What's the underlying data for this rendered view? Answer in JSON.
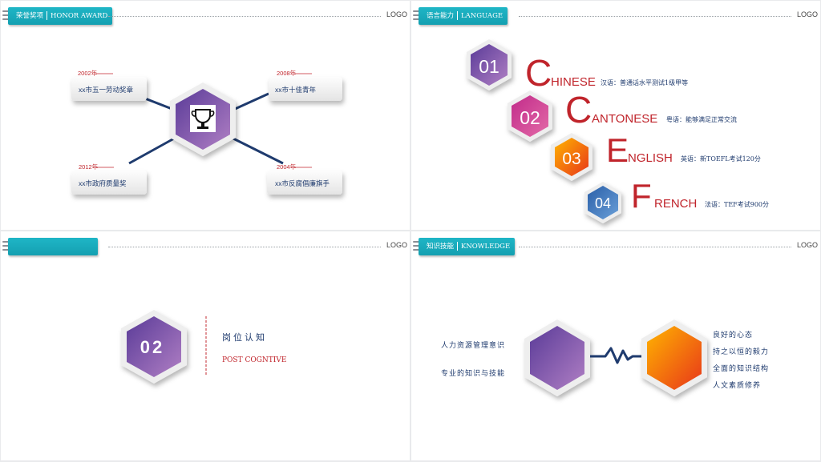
{
  "slides": [
    {
      "header": {
        "title_cn": "荣誉奖项",
        "title_en": "HONOR AWARD",
        "logo": "LOGO"
      },
      "awards": [
        {
          "year": "2002年",
          "text": "xx市五一劳动奖章"
        },
        {
          "year": "2008年",
          "text": "xx市十佳青年"
        },
        {
          "year": "2012年",
          "text": "xx市政府质量奖"
        },
        {
          "year": "2004年",
          "text": "xx市反腐倡廉旗手"
        }
      ]
    },
    {
      "header": {
        "title_cn": "语言能力",
        "title_en": "LANGUAGE",
        "logo": "LOGO"
      },
      "languages": [
        {
          "num": "01",
          "initial": "C",
          "rest": "HINESE",
          "desc": "汉语：普通话水平测试1级甲等",
          "color": "#5b2f8f"
        },
        {
          "num": "02",
          "initial": "C",
          "rest": "ANTONESE",
          "desc": "粤语：能够满足正常交流",
          "color": "#b0287a"
        },
        {
          "num": "03",
          "initial": "E",
          "rest": "NGLISH",
          "desc": "英语：新TOEFL考试120分",
          "color": "#e8611a"
        },
        {
          "num": "04",
          "initial": "F",
          "rest": "RENCH",
          "desc": "法语：TEF考试900分",
          "color": "#2f67a8"
        }
      ]
    },
    {
      "header": {
        "logo": "LOGO"
      },
      "section": {
        "num": "02",
        "title_cn": "岗位认知",
        "title_en": "POST COGNTIVE"
      }
    },
    {
      "header": {
        "title_cn": "知识技能",
        "title_en": "KNOWLEDGE",
        "logo": "LOGO"
      },
      "left_items": [
        "人力资源管理意识",
        "专业的知识与技能"
      ],
      "right_items": [
        "良好的心态",
        "持之以恒的毅力",
        "全面的知识结构",
        "人文素质修养"
      ]
    }
  ],
  "colors": {
    "teal": "#17a9ba",
    "navy": "#1f3b6e",
    "red": "#c0242b",
    "purple_start": "#5e3c99",
    "purple_end": "#a87bc0",
    "orange_start": "#ffb400",
    "orange_end": "#e8371a"
  }
}
